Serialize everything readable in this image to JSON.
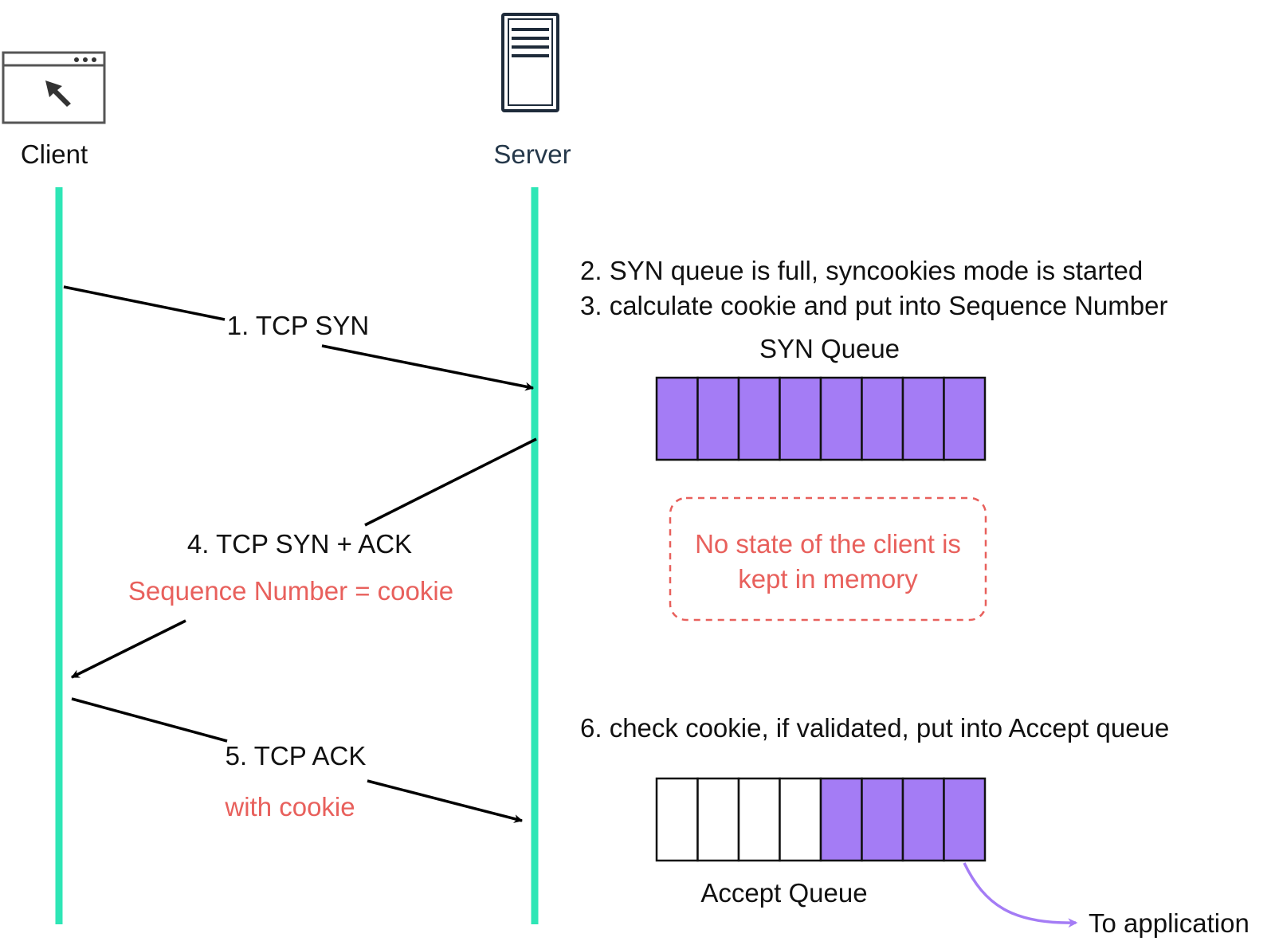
{
  "actors": {
    "client": {
      "label": "Client",
      "icon": "browser-window-cursor-icon"
    },
    "server": {
      "label": "Server",
      "icon": "server-tower-icon"
    }
  },
  "messages": {
    "syn": {
      "label": "1. TCP SYN"
    },
    "syn_ack": {
      "label": "4. TCP SYN + ACK",
      "note": "Sequence Number = cookie"
    },
    "ack": {
      "label": "5. TCP ACK",
      "note": "with cookie"
    }
  },
  "server_steps": {
    "step2": "2. SYN queue is full, syncookies mode is started",
    "step3": "3. calculate cookie and put into Sequence Number",
    "step6": "6. check cookie, if validated, put into Accept queue"
  },
  "syn_queue": {
    "title": "SYN Queue",
    "slots": [
      true,
      true,
      true,
      true,
      true,
      true,
      true,
      true
    ]
  },
  "memory_note": {
    "line1": "No state of the client is",
    "line2": "kept in memory"
  },
  "accept_queue": {
    "title": "Accept Queue",
    "slots": [
      false,
      false,
      false,
      false,
      true,
      true,
      true,
      true
    ],
    "output_label": "To application"
  },
  "colors": {
    "lifeline": "#2ee6b6",
    "filled_slot": "#a47cf5",
    "note_red": "#e8605c",
    "arrow": "#000000",
    "output_arrow": "#a47cf5",
    "icon_stroke": "#1e2b3a"
  }
}
